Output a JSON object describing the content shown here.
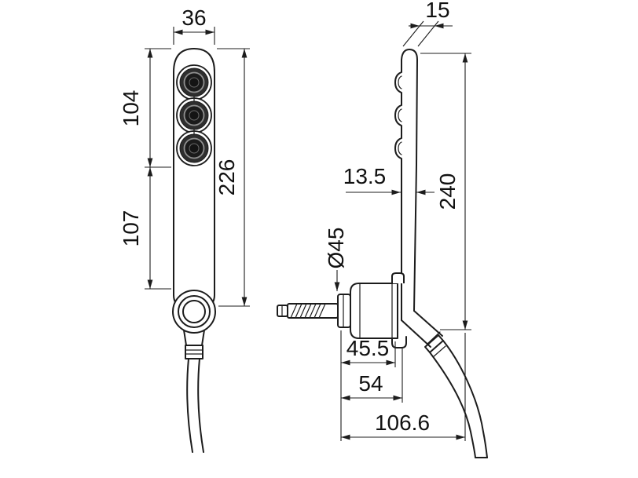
{
  "drawing": {
    "colors": {
      "line": "#1c1c1c",
      "text": "#111111",
      "nozzle_dark": "#2e2e2e",
      "nozzle_core": "#141414",
      "background": "#ffffff"
    },
    "front": {
      "width": "36",
      "upper_height": "104",
      "lower_height": "107",
      "overall_height": "226"
    },
    "side": {
      "top_depth": "15",
      "plate_thickness": "13.5",
      "overall_height": "240",
      "holder_diameter": "Ø45",
      "holder_width": "45.5",
      "holder_depth": "54",
      "overall_depth": "106.6"
    }
  }
}
